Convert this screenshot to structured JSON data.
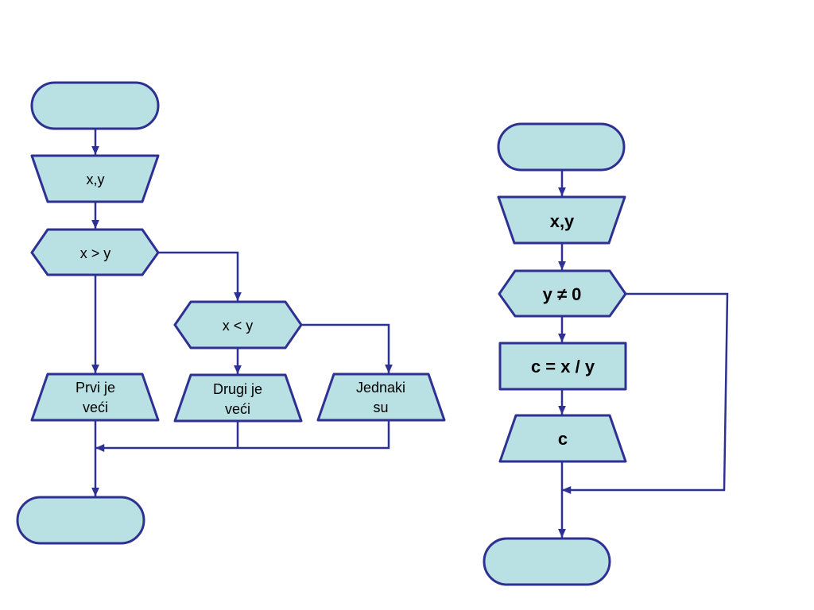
{
  "colors": {
    "shape_fill": "#b9e0e3",
    "stroke": "#2e3192",
    "background": "#ffffff"
  },
  "left_flowchart": {
    "input": "x,y",
    "decision_1": "x > y",
    "decision_2": "x < y",
    "output_1": [
      "Prvi je",
      "veći"
    ],
    "output_2": [
      "Drugi je",
      "veći"
    ],
    "output_3": [
      "Jednaki",
      "su"
    ]
  },
  "right_flowchart": {
    "input": "x,y",
    "decision": "y ≠ 0",
    "process": "c = x / y",
    "output": "c"
  }
}
